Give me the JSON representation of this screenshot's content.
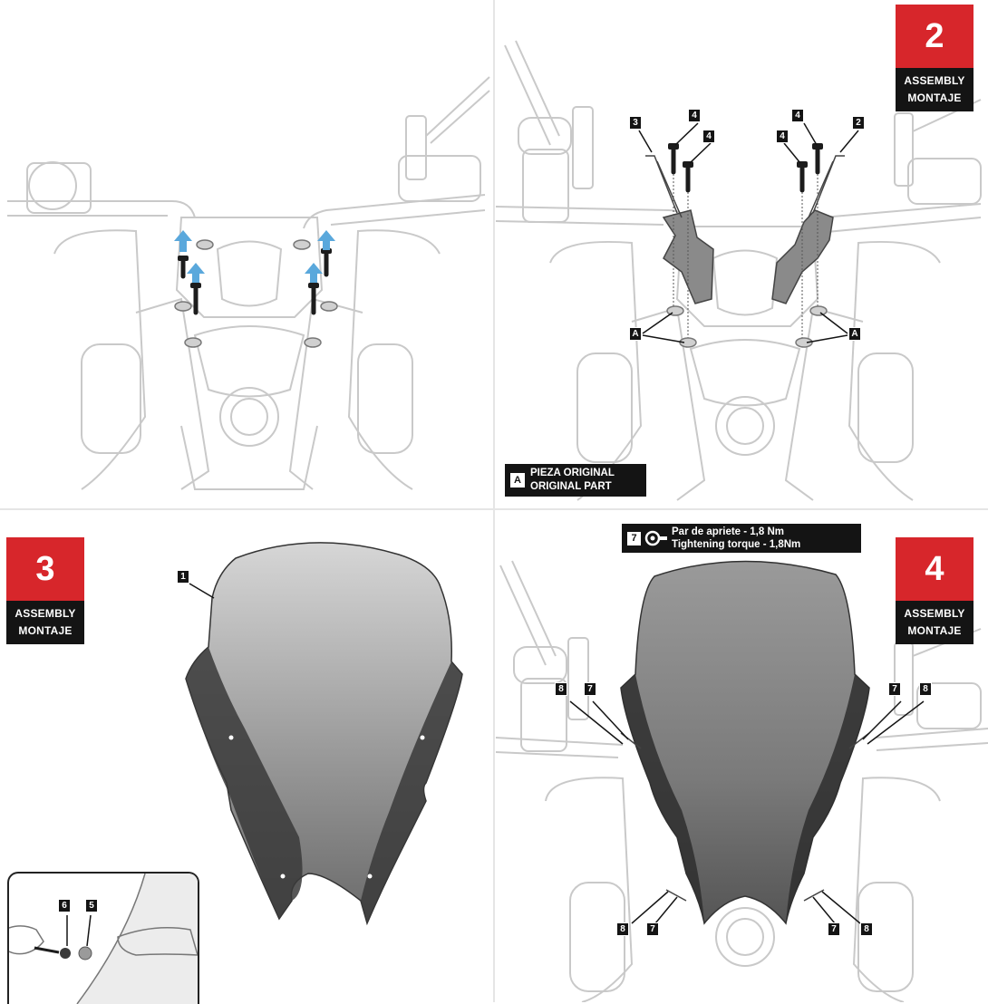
{
  "steps": {
    "step2": {
      "number": "2",
      "line1": "ASSEMBLY",
      "line2": "MONTAJE"
    },
    "step3": {
      "number": "3",
      "line1": "ASSEMBLY",
      "line2": "MONTAJE"
    },
    "step4": {
      "number": "4",
      "line1": "ASSEMBLY",
      "line2": "MONTAJE"
    }
  },
  "legend": {
    "key": "A",
    "line1": "PIEZA ORIGINAL",
    "line2": "ORIGINAL PART"
  },
  "torque": {
    "key": "7",
    "line1": "Par de apriete - 1,8 Nm",
    "line2": "Tightening torque - 1,8Nm",
    "icon": "wrench-icon"
  },
  "callouts": {
    "p2_3": "3",
    "p2_4a": "4",
    "p2_4b": "4",
    "p2_4c": "4",
    "p2_4d": "4",
    "p2_2": "2",
    "p2_A_left": "A",
    "p2_A_right": "A",
    "p3_1": "1",
    "p3_6": "6",
    "p3_5": "5",
    "p4_8_tl": "8",
    "p4_7_tl": "7",
    "p4_7_tr": "7",
    "p4_8_tr": "8",
    "p4_8_bl": "8",
    "p4_7_bl": "7",
    "p4_7_br": "7",
    "p4_8_br": "8"
  },
  "colors": {
    "accent_red": "#d7262b",
    "label_black": "#141414",
    "arrow_blue": "#5aa8dc",
    "bracket_gray": "#8a8a8a",
    "screen_tint": "#6e6e6e"
  }
}
